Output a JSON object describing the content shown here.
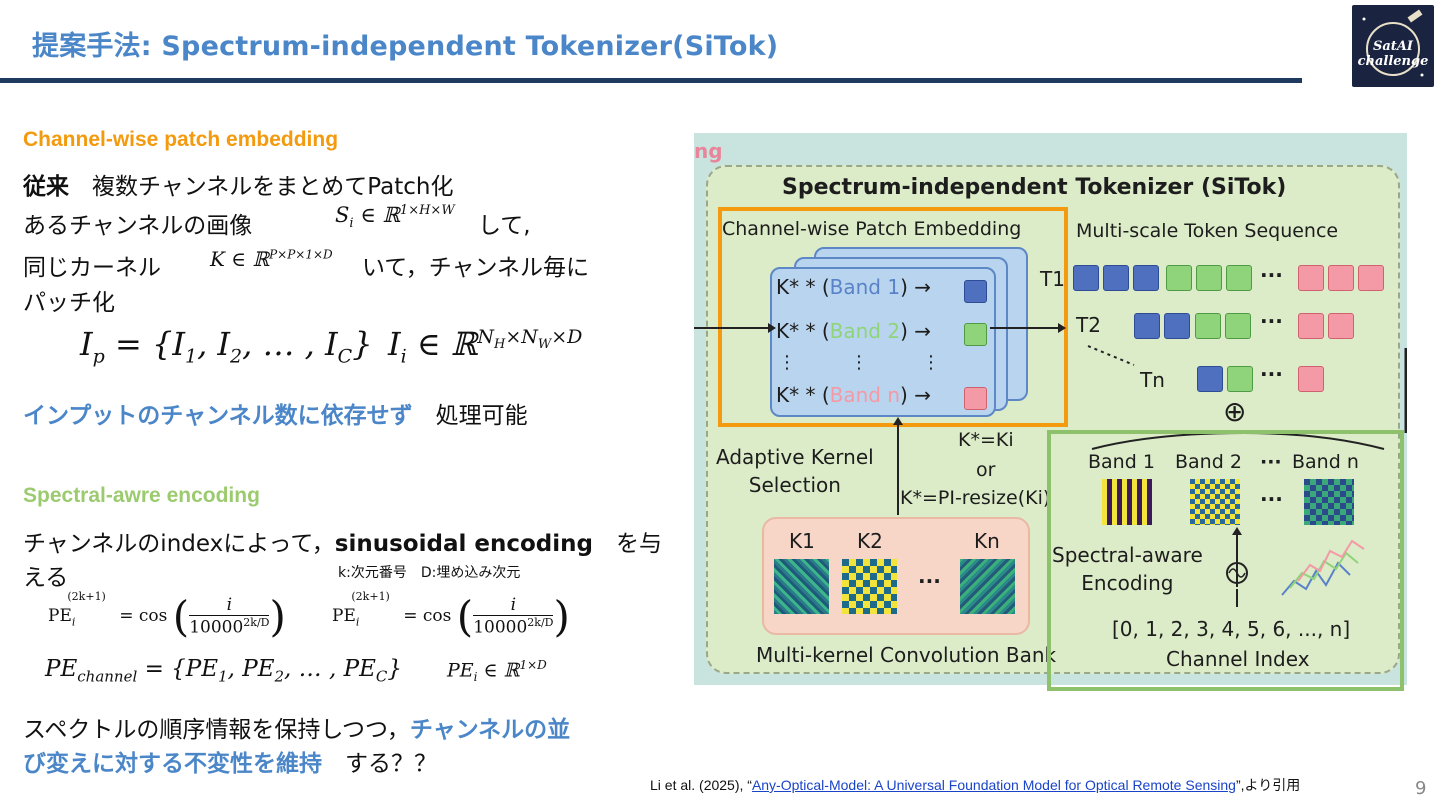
{
  "slide": {
    "title": "提案手法: Spectrum-independent Tokenizer(SiTok)",
    "page_number": "9",
    "logo": {
      "line1": "SatAI",
      "line2": "challenge"
    }
  },
  "left": {
    "section1_heading": "Channel-wise patch embedding",
    "line1_bold": "従来",
    "line1_rest": "複数チャンネルをまとめてPatch化",
    "line2_a": "あるチャンネルの画像",
    "line2_math": "S_i ∈ ℝ^{1×H×W}",
    "line2_b": "して,",
    "line3_a": "同じカーネル",
    "line3_math": "K ∈ ℝ^{P×P×1×D}",
    "line3_b": "いて，チャンネル毎に",
    "line4": "パッチ化",
    "eq1": "I_p = {I_1, I_2, …, I_C}",
    "eq2": "I_i ∈ ℝ^{N_H×N_W×D}",
    "line5_blue": "インプットのチャンネル数に依存せず",
    "line5_rest": "処理可能",
    "section2_heading": "Spectral-awre encoding",
    "line6_a": "チャンネルのindexによって，",
    "line6_bold": "sinusoidal encoding",
    "line6_b": "を与",
    "line7": "える",
    "note": "k:次元番号　D:埋め込み次元",
    "pe_eq_a": "PE_i^{(2k+1)} = cos( i / 10000^{2k/D} )",
    "pe_eq_b": "PE_i^{(2k+1)} = cos( i / 10000^{2k/D} )",
    "pe_channel": "PE_channel = {PE_1, PE_2, …, PE_C}",
    "pe_i": "PE_i ∈ ℝ^{1×D}",
    "line8_a": "スペクトルの順序情報を保持しつつ，",
    "line8_blue": "チャンネルの並",
    "line9_blue": "び変えに対する不変性を維持",
    "line9_rest": "する？？"
  },
  "figure": {
    "corner_text": "ng",
    "title": "Spectrum-independent Tokenizer (SiTok)",
    "patch_embedding_label": "Channel-wise Patch Embedding",
    "token_seq_label": "Multi-scale Token Sequence",
    "rows": [
      "K* * (Band 1) →",
      "K* * (Band 2) →",
      "K* * (Band n) →"
    ],
    "band_words": [
      "Band 1",
      "Band 2",
      "Band n"
    ],
    "kstar": "K* * (",
    "t_labels": [
      "T1",
      "T2",
      "Tn"
    ],
    "dots": "···",
    "oplus": "⊕",
    "adaptive_label": "Adaptive Kernel\nSelection",
    "kernel_rule": [
      "K*=Ki",
      "or",
      "K*=PI-resize(Ki)"
    ],
    "kernels": [
      "K1",
      "K2",
      "Kn"
    ],
    "bank_label": "Multi-kernel Convolution Bank",
    "bands_header": [
      "Band 1",
      "Band 2",
      "···",
      "Band n"
    ],
    "spectral_label": "Spectral-aware\nEncoding",
    "channel_index": "[0, 1, 2, 3, 4, 5, 6, ..., n]",
    "channel_index_label": "Channel Index",
    "colors": {
      "blue_token": "#4f6fbf",
      "green_token": "#8fd47b",
      "pink_token": "#f49aa6",
      "orange_box": "#f39a0e",
      "green_box": "#8ec16b"
    }
  },
  "citation": {
    "prefix": "Li et al. (2025), “",
    "link": "Any-Optical-Model: A Universal Foundation Model for Optical Remote Sensing",
    "suffix": "”,より引用"
  }
}
